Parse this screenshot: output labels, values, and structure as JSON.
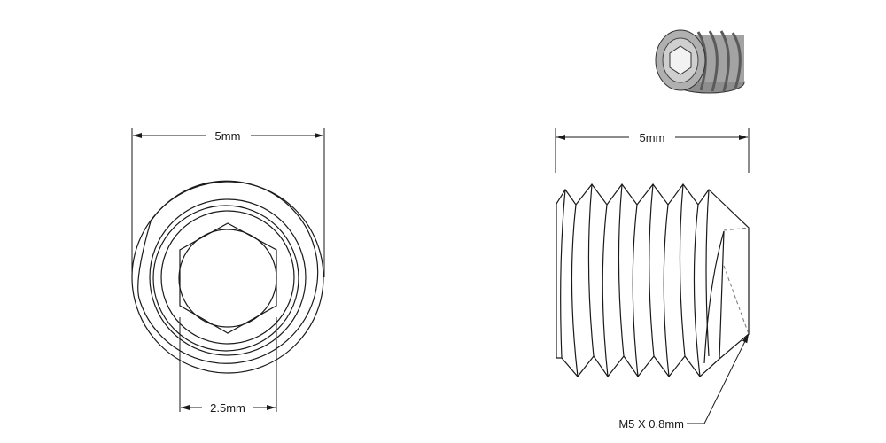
{
  "front_view": {
    "width_label": "5mm",
    "hex_label": "2.5mm"
  },
  "side_view": {
    "length_label": "5mm",
    "thread_label": "M5 X 0.8mm"
  },
  "iso_icon": {
    "name": "set-screw-isometric",
    "color": "#9a9a9a"
  }
}
